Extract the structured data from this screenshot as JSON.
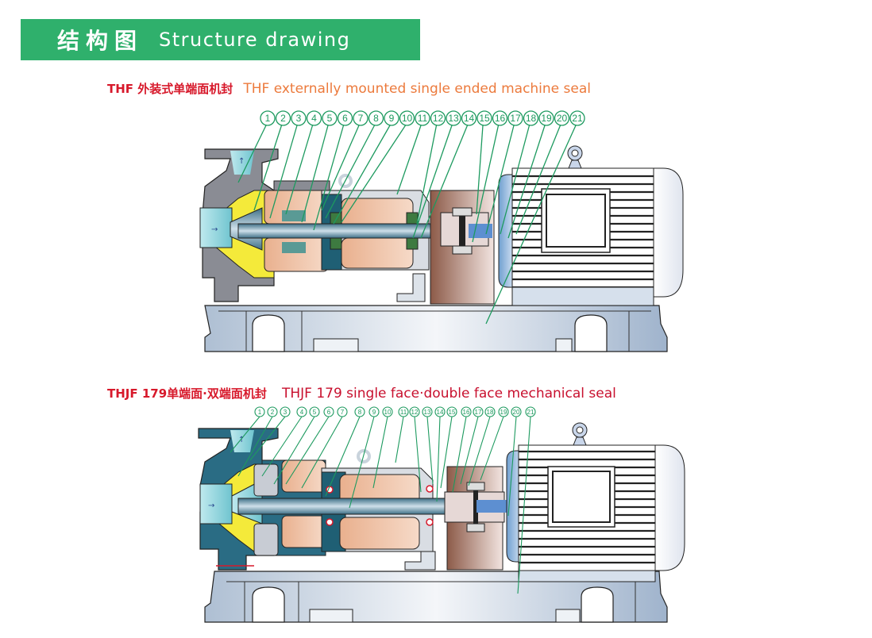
{
  "header": {
    "title_cn": "结构图",
    "title_en": "Structure drawing",
    "accent_color": "#2fb06c"
  },
  "diagrams": [
    {
      "id": "thf",
      "caption_cn": "THF 外装式单端面机封",
      "caption_en": "THF externally mounted single ended machine seal",
      "caption_cn_color": "#d7192b",
      "caption_en_color": "#ec7a3c",
      "callouts": [
        "1",
        "2",
        "3",
        "4",
        "5",
        "6",
        "7",
        "8",
        "9",
        "10",
        "11",
        "12",
        "13",
        "14",
        "15",
        "16",
        "17",
        "18",
        "19",
        "20",
        "21"
      ]
    },
    {
      "id": "thjf179",
      "caption_cn": "THJF 179单端面·双端面机封",
      "caption_en": "THJF 179 single face·double face mechanical seal",
      "caption_cn_color": "#d7192b",
      "caption_en_color": "#c8102e",
      "callouts": [
        "1",
        "2",
        "3",
        "4",
        "5",
        "6",
        "7",
        "8",
        "9",
        "10",
        "11",
        "12",
        "13",
        "14",
        "15",
        "16",
        "17",
        "18",
        "19",
        "20",
        "21"
      ]
    }
  ]
}
